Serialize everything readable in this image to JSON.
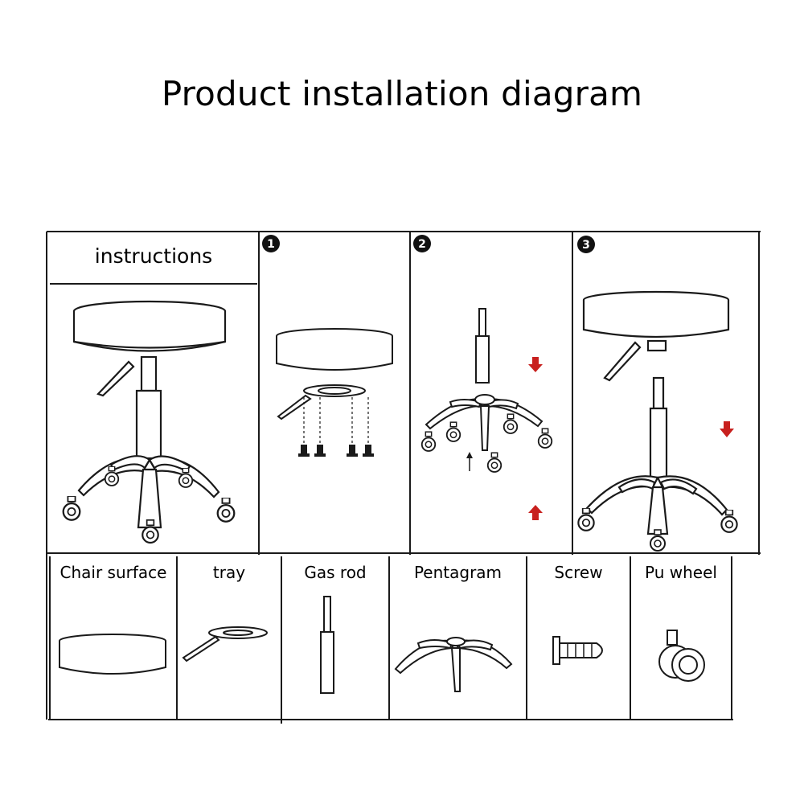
{
  "title": "Product installation diagram",
  "instructions_label": "instructions",
  "steps": [
    {
      "number": "1"
    },
    {
      "number": "2"
    },
    {
      "number": "3"
    }
  ],
  "parts": [
    {
      "label": "Chair surface",
      "icon": "chair-surface-icon"
    },
    {
      "label": "tray",
      "icon": "tray-icon"
    },
    {
      "label": "Gas rod",
      "icon": "gas-rod-icon"
    },
    {
      "label": "Pentagram",
      "icon": "pentagram-base-icon"
    },
    {
      "label": "Screw",
      "icon": "screw-icon"
    },
    {
      "label": "Pu wheel",
      "icon": "pu-wheel-icon"
    }
  ],
  "colors": {
    "arrow": "#c8201e",
    "line": "#1a1a1a"
  }
}
